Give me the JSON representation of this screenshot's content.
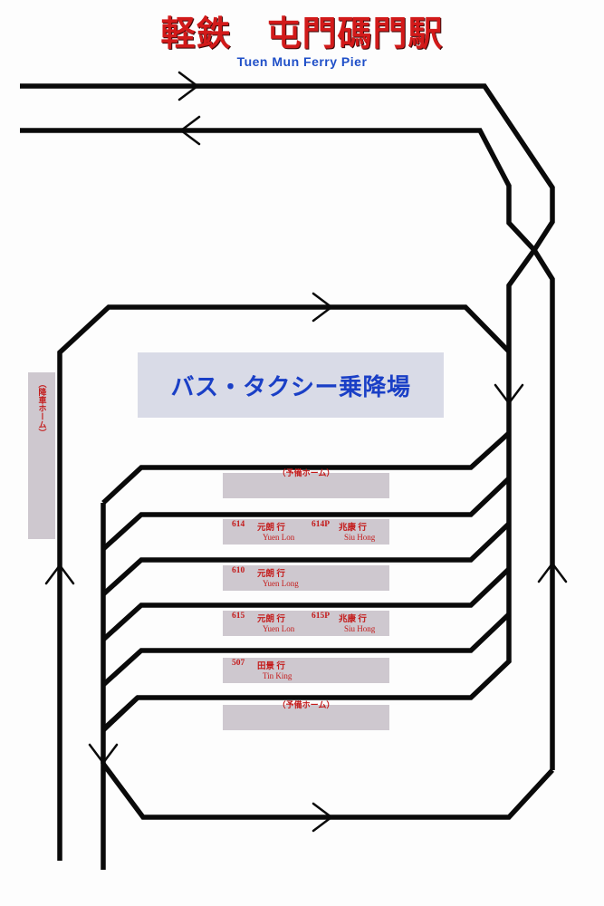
{
  "header": {
    "title_jp": "軽鉄　屯門碼門駅",
    "title_en": "Tuen Mun Ferry Pier"
  },
  "bus_taxi_area": {
    "label": "バス・タクシー乗降場"
  },
  "alighting_platform": {
    "label": "（降車ホーム）"
  },
  "platforms": [
    {
      "reserve": "（予備ホーム）"
    },
    {
      "left_route": "614",
      "left_dest": "元朗 行",
      "left_dest_en": "Yuen Lon",
      "right_route": "614P",
      "right_dest": "兆康 行",
      "right_dest_en": "Siu Hong"
    },
    {
      "left_route": "610",
      "left_dest": "元朗 行",
      "left_dest_en": "Yuen Long"
    },
    {
      "left_route": "615",
      "left_dest": "元朗 行",
      "left_dest_en": "Yuen Lon",
      "right_route": "615P",
      "right_dest": "兆康 行",
      "right_dest_en": "Siu Hong"
    },
    {
      "left_route": "507",
      "left_dest": "田景 行",
      "left_dest_en": "Tin King"
    },
    {
      "reserve": "（予備ホーム）"
    }
  ],
  "colors": {
    "track": "#0a0a0a",
    "title_red": "#d21a1a",
    "route_red": "#c41a1a",
    "blue_text": "#1a3fc6",
    "platform_fill": "#cec8cf",
    "bus_fill": "#d9dbe7"
  }
}
